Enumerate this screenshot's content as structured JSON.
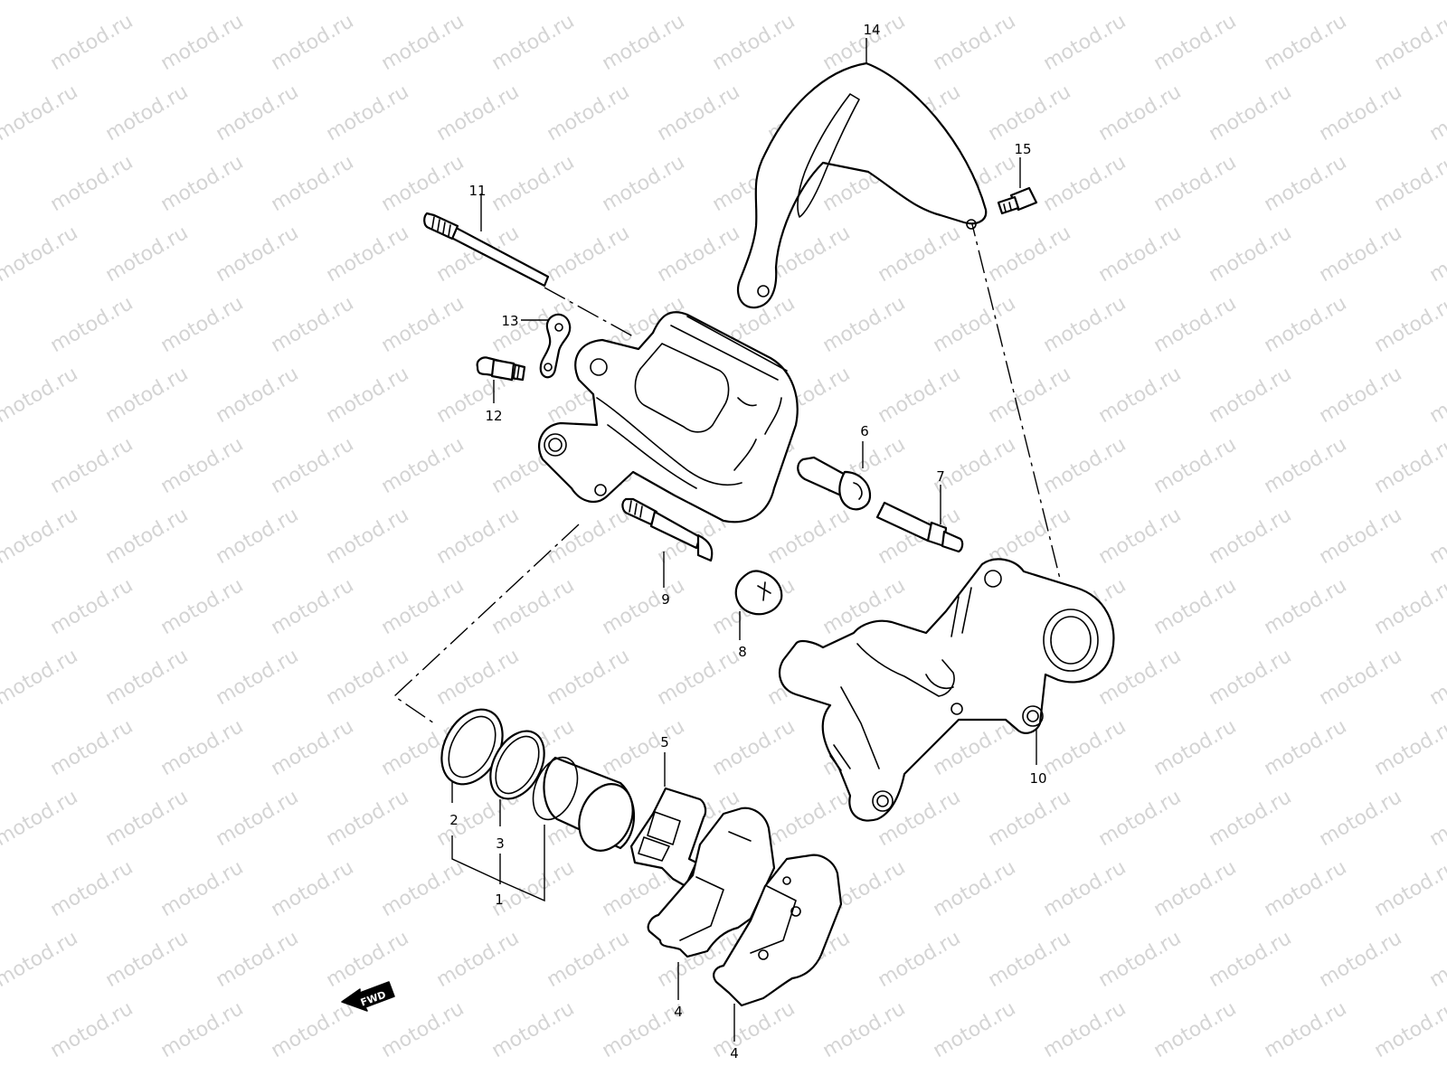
{
  "watermark": {
    "text": "motod.ru"
  },
  "fwd_label": "FWD",
  "callouts": [
    {
      "id": "c2",
      "label": "2"
    },
    {
      "id": "c3",
      "label": "3"
    },
    {
      "id": "c1",
      "label": "1"
    },
    {
      "id": "c4a",
      "label": "4"
    },
    {
      "id": "c4b",
      "label": "4"
    },
    {
      "id": "c5",
      "label": "5"
    },
    {
      "id": "c6",
      "label": "6"
    },
    {
      "id": "c7",
      "label": "7"
    },
    {
      "id": "c8",
      "label": "8"
    },
    {
      "id": "c9",
      "label": "9"
    },
    {
      "id": "c10",
      "label": "10"
    },
    {
      "id": "c11",
      "label": "11"
    },
    {
      "id": "c12",
      "label": "12"
    },
    {
      "id": "c13",
      "label": "13"
    },
    {
      "id": "c14",
      "label": "14"
    },
    {
      "id": "c15",
      "label": "15"
    }
  ]
}
